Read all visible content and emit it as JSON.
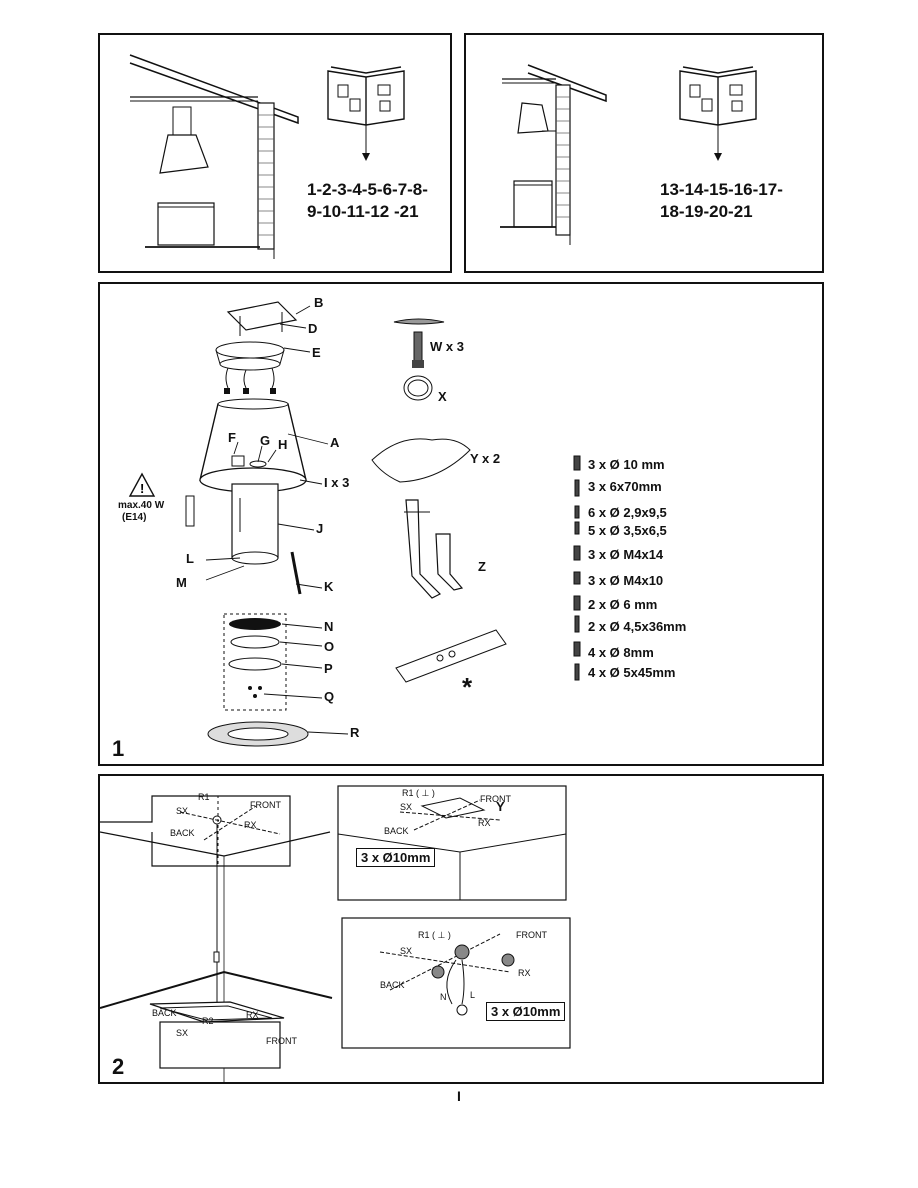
{
  "panel_top_left": {
    "steps_line1": "1-2-3-4-5-6-7-8-",
    "steps_line2": "9-10-11-12 -21"
  },
  "panel_top_right": {
    "steps_line1": "13-14-15-16-17-",
    "steps_line2": "18-19-20-21"
  },
  "panel_1": {
    "number": "1",
    "labels": {
      "B": "B",
      "D": "D",
      "E": "E",
      "A": "A",
      "F": "F",
      "G": "G",
      "H": "H",
      "I": "I x 3",
      "J": "J",
      "K": "K",
      "L": "L",
      "M": "M",
      "N": "N",
      "O": "O",
      "P": "P",
      "Q": "Q",
      "R": "R",
      "W": "W x 3",
      "X": "X",
      "Y": "Y x 2",
      "Z": "Z",
      "star": "*"
    },
    "warning_text_line1": "max.40 W",
    "warning_text_line2": "(E14)",
    "hardware": [
      "3 x Ø 10 mm",
      "3 x 6x70mm",
      "6 x Ø 2,9x9,5",
      "5 x Ø 3,5x6,5",
      "3 x Ø M4x14",
      "3 x Ø M4x10",
      "2 x Ø 6 mm",
      "2 x Ø 4,5x36mm",
      "4 x Ø 8mm",
      "4 x Ø 5x45mm"
    ]
  },
  "panel_2": {
    "number": "2",
    "main": {
      "r1": "R1",
      "sx": "SX",
      "front": "FRONT",
      "rx": "RX",
      "back": "BACK",
      "r2": "R2"
    },
    "detail_top": {
      "r1": "R1 ( ⊥ )",
      "sx": "SX",
      "front": "FRONT",
      "rx": "RX",
      "back": "BACK",
      "y": "Y",
      "box": "3 x Ø10mm"
    },
    "detail_bottom": {
      "r1": "R1 ( ⊥ )",
      "sx": "SX",
      "front": "FRONT",
      "rx": "RX",
      "back": "BACK",
      "n": "N",
      "l": "L",
      "box": "3 x Ø10mm"
    }
  },
  "page_number": "I"
}
